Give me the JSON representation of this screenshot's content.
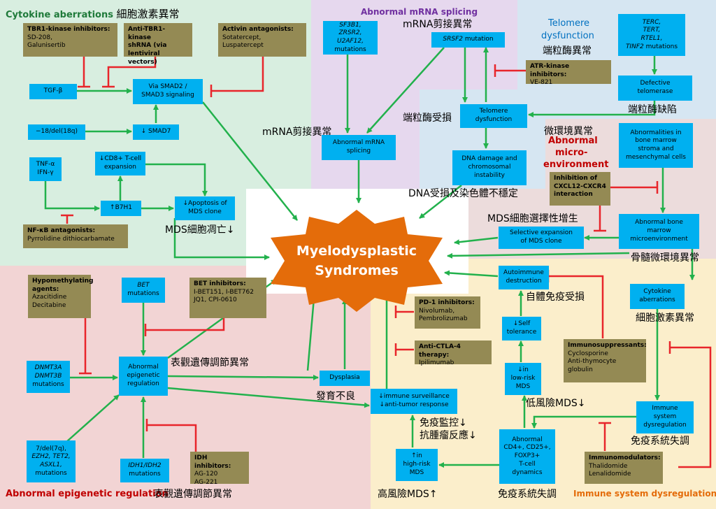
{
  "colors": {
    "cytokine_bg": "#d8eee0",
    "mrna_bg": "#e6d8ee",
    "telomere_bg": "#d6e6f2",
    "micro_bg": "#ecdcdc",
    "epigenetic_bg": "#f2d4d4",
    "immune_bg": "#fbeecb",
    "box_blue": "#00b0f0",
    "box_olive": "#948a54",
    "arrow_green": "#22b14c",
    "inhibit_red": "#e8252b",
    "star_orange": "#e46c0a"
  },
  "regions": {
    "cytokine": {
      "title_en": "Cytokine aberrations",
      "title_zh": "細胞激素異常"
    },
    "mrna": {
      "title_en": "Abnormal mRNA splicing",
      "title_zh": "mRNA剪接異常"
    },
    "telomere": {
      "title_en_1": "Telomere",
      "title_en_2": "dysfunction",
      "title_zh": "端粒酶異常"
    },
    "micro": {
      "title_en_1": "Abnormal",
      "title_en_2": "micro-",
      "title_en_3": "environment",
      "title_zh": "微環境異常"
    },
    "epigenetic": {
      "title_en": "Abnormal epigenetic regulation",
      "title_zh": "表觀遺傳調節異常"
    },
    "immune": {
      "title_en": "Immune system dysregulation",
      "title_zh": "免疫系統失調"
    }
  },
  "center": {
    "line1": "Myelodysplastic",
    "line2": "Syndromes"
  },
  "boxes": {
    "tbr1_inhib": {
      "h": "TBR1-kinase inhibitors:",
      "l1": "SD-208,",
      "l2": "Galunisertib"
    },
    "anti_tbr1": {
      "h1": "Anti-TBR1-kinase",
      "h2": "shRNA (via",
      "h3": "lentiviral vectors)"
    },
    "activin": {
      "h": "Activin antagonists:",
      "l1": "Sotatercept,",
      "l2": "Luspatercept"
    },
    "tgfb": "TGF-β",
    "smad23": {
      "l1": "Via SMAD2 /",
      "l2": "SMAD3 signaling"
    },
    "del18": "−18/del(18q)",
    "smad7": "↓ SMAD7",
    "tnf": {
      "l1": "TNF-α",
      "l2": "IFN-γ"
    },
    "cd8": {
      "l1": "↓CD8+ T-cell",
      "l2": "expansion"
    },
    "b7h1": "↑B7H1",
    "apoptosis": {
      "l1": "↓Apoptosis of",
      "l2": "MDS clone"
    },
    "nfkb": {
      "h": "NF-κB antagonists:",
      "l1": "Pyrrolidine dithiocarbamate"
    },
    "sf3b1": {
      "l1": "SF3B1,",
      "l2": "ZRSR2,",
      "l3": "U2AF12,",
      "l3b": " mutations"
    },
    "srsf2": {
      "i": "SRSF2",
      "t": " mutation"
    },
    "splicing": {
      "l1": "Abnormal mRNA",
      "l2": "splicing"
    },
    "telo_dys": {
      "l1": "Telomere",
      "l2": "dysfunction"
    },
    "dna": {
      "l1": "DNA damage and",
      "l2": "chromosomal",
      "l3": "instability"
    },
    "atr": {
      "h": "ATR-kinase inhibitors:",
      "l1": "VE-821"
    },
    "terc": {
      "l1": "TERC,",
      "l2": "TERT,",
      "l3": "RTEL1,",
      "l4": "TINF2",
      "l4b": " mutations"
    },
    "defective": {
      "l1": "Defective",
      "l2": "telomerase"
    },
    "marrow": {
      "l1": "Abnormalities in",
      "l2": "bone marrow",
      "l3": "stroma and",
      "l4": "mesenchymal cells"
    },
    "cxcl": {
      "h1": "Inhibition of",
      "h2": "CXCL12-CXCR4",
      "h3": "interaction"
    },
    "abn_marrow": {
      "l1": "Abnormal bone",
      "l2": "marrow",
      "l3": "microenvironment"
    },
    "selective": {
      "l1": "Selective expansion",
      "l2": "of MDS clone"
    },
    "hypometh": {
      "h1": "Hypomethylating",
      "h2": "agents:",
      "l1": "Azacitidine",
      "l2": "Decitabine"
    },
    "bet_mut": {
      "i": "BET",
      "t": "mutations"
    },
    "bet_inhib": {
      "h": "BET inhibitors:",
      "l1": "I-BET151, I-BET762",
      "l2": "JQ1, CPI-0610"
    },
    "dnmt": {
      "l1": "DNMT3A",
      "l2": "DNMT3B",
      "l3": "mutations"
    },
    "epi_reg": {
      "l1": "Abnormal",
      "l2": "epigenetic",
      "l3": "regulation"
    },
    "del7": {
      "l1": "7/del(7q),",
      "l2": "EZH2, TET2,",
      "l3": "ASXL1,",
      "l4": "mutations"
    },
    "idh_mut": {
      "l1": "IDH1/IDH2",
      "l2": "mutations"
    },
    "idh_inhib": {
      "h": "IDH inhibitors:",
      "l1": "AG-120",
      "l2": "AG-221"
    },
    "dysplasia": "Dysplasia",
    "immune_surv": {
      "l1": "↓immune surveillance",
      "l2": "↓anti-tumor response"
    },
    "pd1": {
      "h": "PD-1 inhibitors:",
      "l1": "Nivolumab,",
      "l2": "Pembrolizumab"
    },
    "ctla4": {
      "h": "Anti-CTLA-4 therapy:",
      "l1": "Ipilimumab"
    },
    "autoimmune": {
      "l1": "Autoimmune",
      "l2": "destruction"
    },
    "self_tol": {
      "l1": "↓Self",
      "l2": "tolerance"
    },
    "low_risk": {
      "l1": "↓in",
      "l2": "low-risk",
      "l3": "MDS"
    },
    "high_risk": {
      "l1": "↑in",
      "l2": "high-risk",
      "l3": "MDS"
    },
    "treg": {
      "l1": "Abnormal",
      "l2": "CD4+, CD25+,",
      "l3": "FOXP3+",
      "l4": "T-cell",
      "l5": "dynamics"
    },
    "immunosupp": {
      "h": "Immunosuppressants:",
      "l1": "Cyclosporine",
      "l2": "Anti-thymocyte",
      "l3": "globulin"
    },
    "cytokine_ab": {
      "l1": "Cytokine",
      "l2": "aberrations"
    },
    "immune_dys": {
      "l1": "Immune",
      "l2": "system",
      "l3": "dysregulation"
    },
    "immunomod": {
      "h": "Immunomodulators:",
      "l1": "Thalidomide",
      "l2": "Lenalidomide"
    }
  },
  "labels": {
    "mrna_zh": "mRNA剪接異常",
    "telo_zh": "端粒酶受損",
    "defect_zh": "端粒酶缺陷",
    "dna_zh": "DNA受損及染色體不穩定",
    "apop_zh": "MDS細胞凋亡↓",
    "mds_sel_zh": "MDS細胞選擇性增生",
    "marrow_zh": "骨髓微環境異常",
    "epi_zh": "表觀遺傳調節異常",
    "dysplasia_zh": "發育不良",
    "autoimm_zh": "自體免疫受損",
    "cyto_zh": "細胞激素異常",
    "low_risk_zh": "低風險MDS↓",
    "surv_zh_1": "免疫監控↓",
    "surv_zh_2": "抗腫瘤反應↓",
    "immune_dys_zh": "免疫系統失調",
    "high_risk_zh": "高風險MDS↑"
  }
}
